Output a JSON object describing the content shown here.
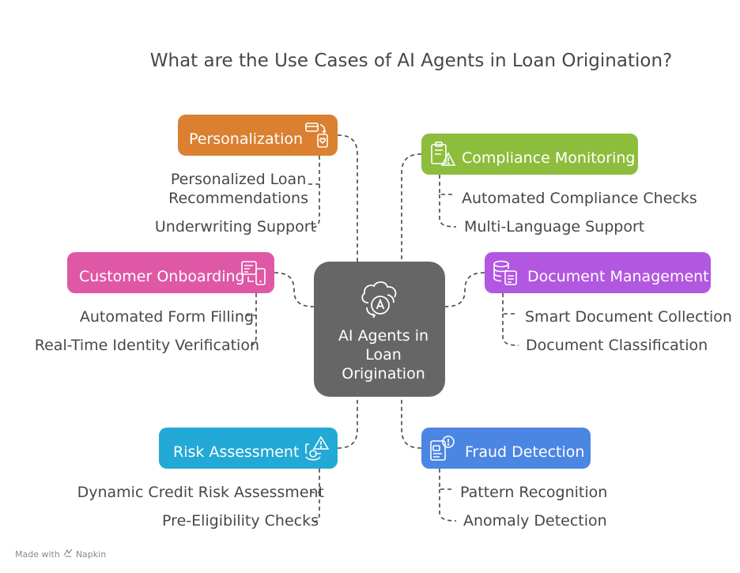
{
  "title": "What are the Use Cases of AI Agents in Loan Origination?",
  "center": {
    "label": "AI Agents in\nLoan\nOrigination",
    "icon": "cloud-ai-icon"
  },
  "categories": [
    {
      "label": "Personalization",
      "color": "#DB8030",
      "icon": "card-heart-icon",
      "items": [
        "Personalized Loan\nRecommendations",
        "Underwriting Support"
      ]
    },
    {
      "label": "Compliance Monitoring",
      "color": "#8DBD3C",
      "icon": "clipboard-alert-icon",
      "items": [
        "Automated Compliance Checks",
        "Multi-Language Support"
      ]
    },
    {
      "label": "Customer Onboarding",
      "color": "#DE58A6",
      "icon": "form-phone-icon",
      "items": [
        "Automated Form Filling",
        "Real-Time Identity Verification"
      ]
    },
    {
      "label": "Document Management",
      "color": "#B257E0",
      "icon": "database-document-icon",
      "items": [
        "Smart Document Collection",
        "Document Classification"
      ]
    },
    {
      "label": "Risk Assessment",
      "color": "#23A9D5",
      "icon": "risk-alert-icon",
      "items": [
        "Dynamic Credit Risk Assessment",
        "Pre-Eligibility Checks"
      ]
    },
    {
      "label": "Fraud Detection",
      "color": "#4C86E3",
      "icon": "document-alert-icon",
      "items": [
        "Pattern Recognition",
        "Anomaly Detection"
      ]
    }
  ],
  "footer": {
    "made_with": "Made with",
    "brand": "Napkin",
    "icon": "napkin-logo-icon"
  }
}
